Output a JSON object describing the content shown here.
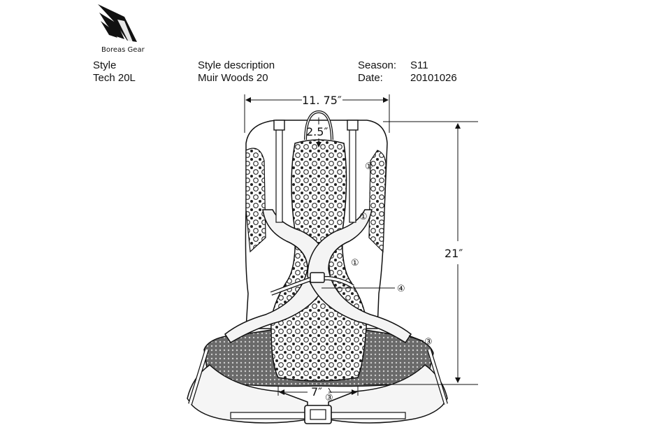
{
  "brand": {
    "name": "Boreas Gear",
    "logo_icon": "wing-logo-icon"
  },
  "header": {
    "style_label": "Style",
    "style_value": "Tech 20L",
    "description_label": "Style  description",
    "description_value": "Muir Woods 20",
    "season_label": "Season:",
    "season_value": "S11",
    "date_label": "Date:",
    "date_value": "20101026"
  },
  "dimensions": {
    "width": "11. 75″",
    "strap_offset": "2.5″",
    "height": "21″",
    "lumbar_width": "7″"
  },
  "callouts": {
    "c1a": "①",
    "c1b": "①",
    "c1c": "①",
    "c3a": "③",
    "c3b": "③",
    "c4": "④"
  }
}
